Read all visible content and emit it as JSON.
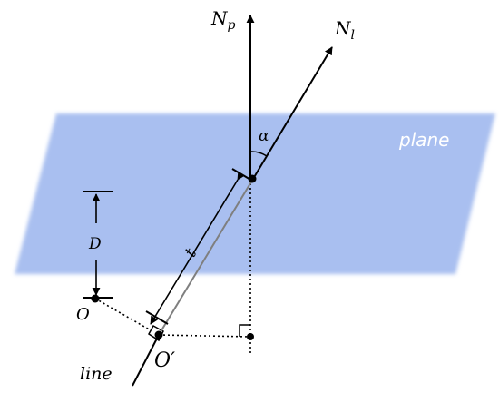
{
  "diagram": {
    "plane_label": "plane",
    "line_label": "line",
    "normal_plane_label": {
      "base": "N",
      "sub": "p"
    },
    "normal_line_label": {
      "base": "N",
      "sub": "l"
    },
    "angle_label": "α",
    "distance_label": "D",
    "param_label": "t",
    "origin_label": "O",
    "projection_label": "O′"
  },
  "colors": {
    "plane_fill": "#a9bff0",
    "plane_text": "#ffffff",
    "ink": "#000000",
    "segment_gray": "#808080"
  }
}
